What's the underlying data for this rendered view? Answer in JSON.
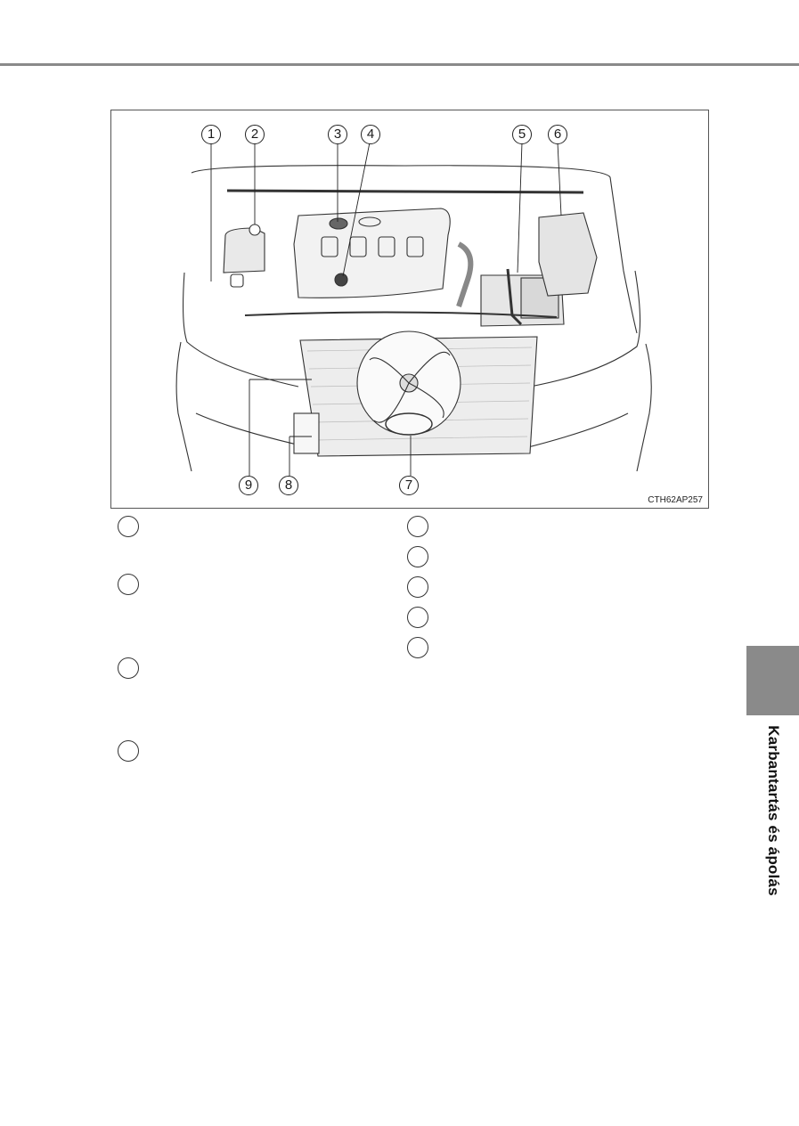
{
  "figure": {
    "code": "CTH62AP257",
    "callouts": [
      "1",
      "2",
      "3",
      "4",
      "5",
      "6",
      "7",
      "8",
      "9"
    ]
  },
  "legend": {
    "left_markers": 4,
    "right_markers": 5
  },
  "side_tab": {
    "label": "Karbantartás és ápolás"
  }
}
